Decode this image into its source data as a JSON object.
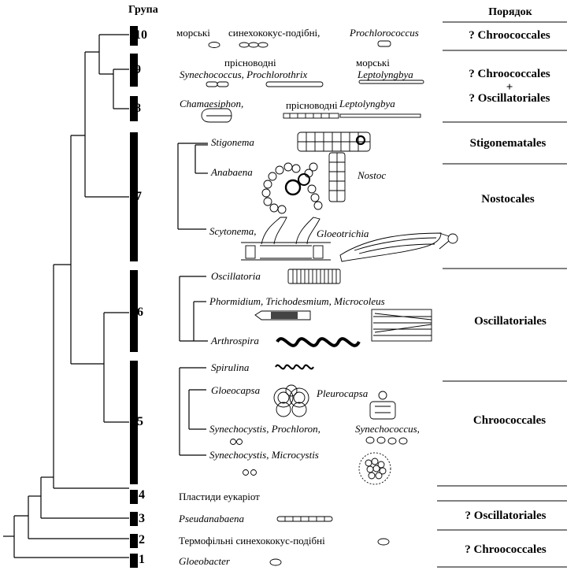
{
  "header": {
    "group_label": "Група",
    "order_label": "Порядок"
  },
  "groups": [
    "10",
    "9",
    "8",
    "7",
    "6",
    "5",
    "4",
    "3",
    "2",
    "1"
  ],
  "orders": {
    "o10": "? Chroococcales",
    "o98_a": "? Chroococcales",
    "o98_plus": "+",
    "o98_b": "? Oscillatoriales",
    "stig": "Stigonematales",
    "nost": "Nostocales",
    "osc": "Oscillatoriales",
    "chro": "Chroococcales",
    "o3": "? Oscillatoriales",
    "o21": "? Chroococcales"
  },
  "taxa": {
    "g10_marine": "морські",
    "g10_syn": "синехококус-подібні,",
    "g10_prochl": "Prochlorococcus",
    "g9_fresh": "прісноводні",
    "g9_syn": "Synechococcus, Prochlorothrix",
    "g9_marine": "морські",
    "g9_lepto": "Leptolyngbya",
    "g8_chama": "Chamaesiphon,",
    "g8_fresh": "прісноводні",
    "g8_lepto": "Leptolyngbya",
    "g7_stig": "Stigonema",
    "g7_anab": "Anabaena",
    "g7_nostoc": "Nostoc",
    "g7_scyt": "Scytonema,",
    "g7_gloeo": "Gloeotrichia",
    "g6_osc": "Oscillatoria",
    "g6_phorm": "Phormidium, Trichodesmium, Microcoleus",
    "g6_arth": "Arthrospira",
    "g5_spir": "Spirulina",
    "g5_gloeocapsa": "Gloeocapsa",
    "g5_pleuro": "Pleurocapsa",
    "g5_syn": "Synechocystis, Prochloron,",
    "g5_synco": "Synechococcus,",
    "g5_micro": "Synechocystis, Microcystis",
    "g4_plast": "Пластиди еукаріот",
    "g3_pseud": "Pseudanabaena",
    "g2_thermo": "Термофільні синехококус-подібні",
    "g1_gloeob": "Gloeobacter"
  }
}
